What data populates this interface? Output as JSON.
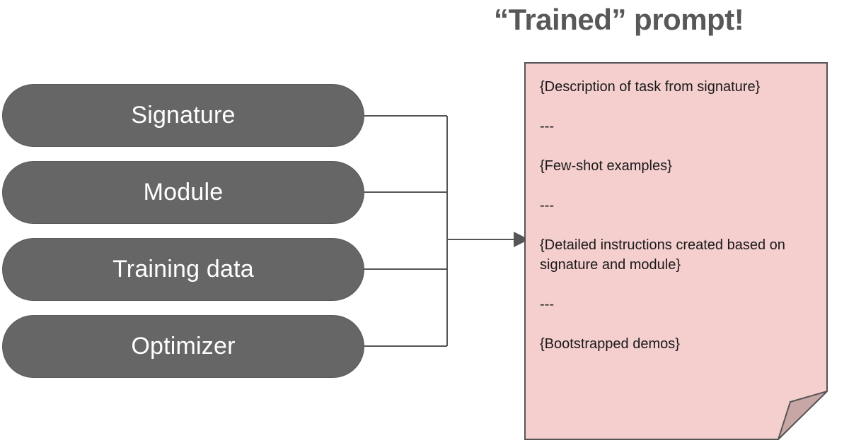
{
  "title": "“Trained” prompt!",
  "colors": {
    "pill_fill": "#666666",
    "pill_text": "#ffffff",
    "note_fill": "#f5cece",
    "note_fold": "#c9a6a6",
    "note_border": "#555555",
    "title_text": "#585858",
    "connector": "#555555"
  },
  "inputs": [
    {
      "label": "Signature"
    },
    {
      "label": "Module"
    },
    {
      "label": "Training data"
    },
    {
      "label": "Optimizer"
    }
  ],
  "note": {
    "blocks": [
      "{Description of task from signature}",
      "---",
      "{Few-shot examples}",
      "---",
      "{Detailed instructions created based on signature and module}",
      "---",
      "{Bootstrapped demos}"
    ]
  }
}
